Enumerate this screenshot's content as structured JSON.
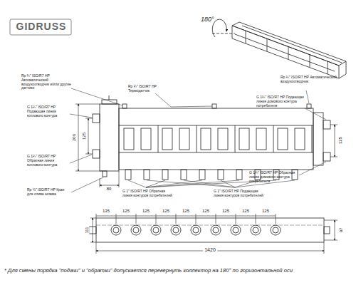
{
  "diagram": {
    "labels": [
      "GIDRUSS",
      "180°",
      "Rp ¼\" ISO/R7 HP Автоматический воздухоотводчик и/или другие датчики",
      "Rp ¼\" ISO/R7 HP Термодатчик",
      "Rp ¼\" ISO/R7 HP Автоматический воздухоотводчик",
      "G 1¼\" ISO/R7 HP Подающая линия котлового контура",
      "206",
      "125",
      "G 1¼\" ISO/R7 HP Подающая линия домового контура потребителя",
      "125",
      "G 1¼\" ISO/R7 HP Обратная линия котлового контура",
      "80",
      "G 1¼\" ISO/R7 HP Обратная линия домового контура потребителя",
      "Rp ½\" ISO/R7 HP Кран для слива шлама",
      "G 1\" ISO/R7 HP Обратная линия контуров потребителей",
      "G 1\" ISO/R7 HP Подающая линия контуров потребителей",
      "135",
      "125",
      "125",
      "125",
      "125",
      "125",
      "125",
      "125",
      "125",
      "111",
      "97",
      "1420",
      "* Для смены порядка \"подачи\" и \"обратки\" допускается перевернуть коллектор на 180° по горизонтальной оси"
    ]
  }
}
